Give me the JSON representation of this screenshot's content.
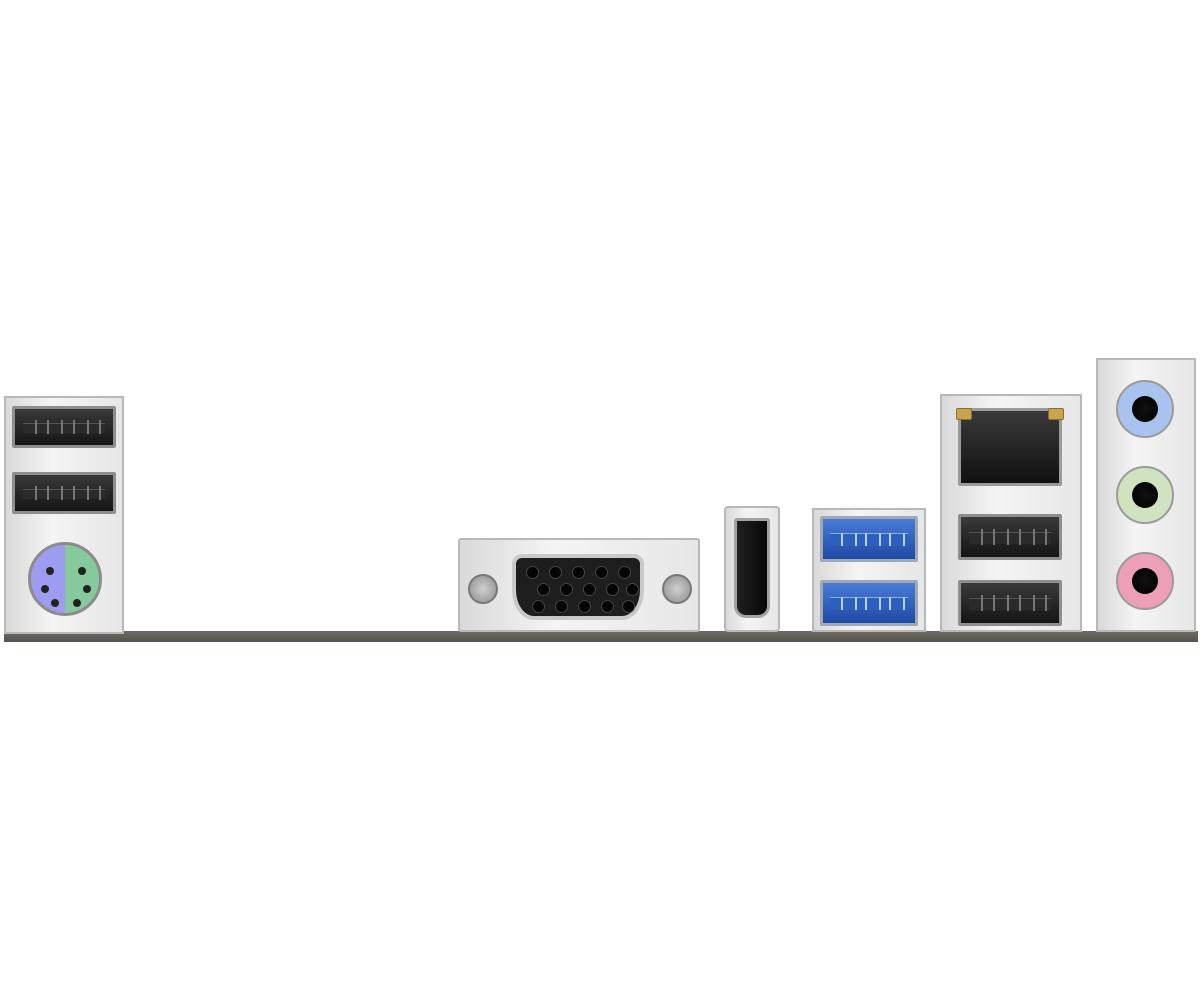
{
  "image": {
    "subject": "motherboard-rear-io-panel",
    "background_color": "#ffffff"
  },
  "ports": {
    "usb2_left": {
      "count": 2,
      "color": "#1a1a1a"
    },
    "ps2_combo": {
      "keyboard_color": "#9d9cf0",
      "mouse_color": "#86c99c"
    },
    "vga": {
      "color": "#1e1e1e"
    },
    "hdmi": {
      "color": "#111111"
    },
    "usb3": {
      "count": 2,
      "color": "#2f62c8"
    },
    "rj45": {
      "color": "#1a1a1a",
      "led_color": "#c8a450"
    },
    "usb2_right": {
      "count": 2,
      "color": "#1a1a1a"
    },
    "audio": [
      {
        "jack": "line-in",
        "color": "#a9c3ee"
      },
      {
        "jack": "line-out",
        "color": "#cfe3c1"
      },
      {
        "jack": "mic-in",
        "color": "#ee9fb8"
      }
    ]
  },
  "icons": [
    "usb-port-icon",
    "ps2-port-icon",
    "vga-port-icon",
    "hdmi-port-icon",
    "ethernet-port-icon",
    "audio-jack-icon"
  ]
}
